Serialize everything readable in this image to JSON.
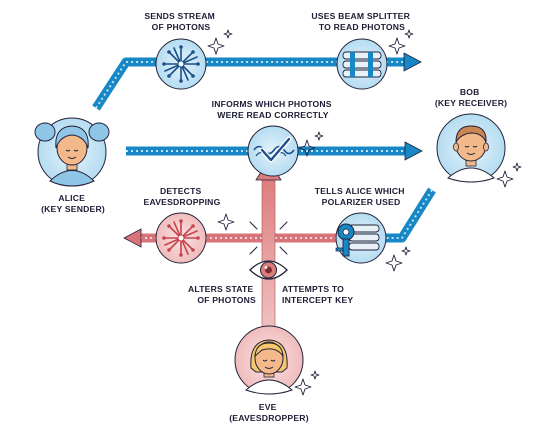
{
  "labels": {
    "sends_stream": [
      "SENDS STREAM",
      "OF PHOTONS"
    ],
    "beam_splitter": [
      "USES BEAM SPLITTER",
      "TO READ PHOTONS"
    ],
    "informs": [
      "INFORMS WHICH PHOTONS",
      "WERE READ CORRECTLY"
    ],
    "bob": [
      "BOB",
      "(KEY RECEIVER)"
    ],
    "alice": [
      "ALICE",
      "(KEY SENDER)"
    ],
    "detects": [
      "DETECTS",
      "EAVESDROPPING"
    ],
    "tells_alice": [
      "TELLS ALICE WHICH",
      "POLARIZER USED"
    ],
    "alters": [
      "ALTERS STATE",
      "OF PHOTONS"
    ],
    "intercept": [
      "ATTEMPTS TO",
      "INTERCEPT KEY"
    ],
    "eve": [
      "EVE",
      "(EAVESDROPPER)"
    ]
  },
  "icons": {
    "alice": "alice-avatar-icon",
    "bob": "bob-avatar-icon",
    "eve": "eve-avatar-icon",
    "photon_source": "photon-burst-icon",
    "beam_splitter": "beam-splitter-icon",
    "verify": "checkmark-wave-icon",
    "key": "key-lock-icon",
    "detect": "red-burst-icon",
    "eye": "eye-icon",
    "sparkle": "sparkle-icon"
  },
  "colors": {
    "blue_arrow": "#1787c6",
    "blue_light": "#bfe2f4",
    "red_arrow": "#d9737a",
    "red_light": "#f3c6c6",
    "skin": "#f4b98a",
    "outline": "#22223a",
    "text": "#1d1d35"
  }
}
